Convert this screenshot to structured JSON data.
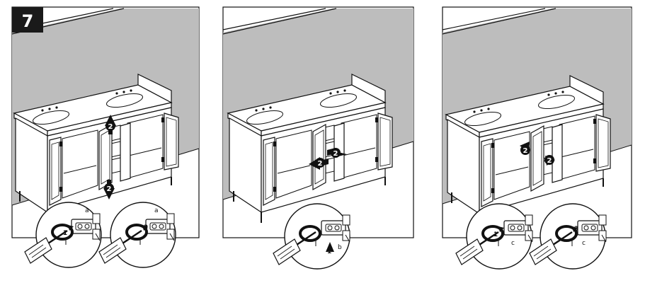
{
  "step_number": "7",
  "panels": [
    {
      "door_arrows": [
        "2",
        "2"
      ],
      "details": [
        {
          "arrow": "1",
          "label": "a"
        },
        {
          "arrow": "3",
          "label": "a"
        }
      ]
    },
    {
      "door_arrows": [
        "2",
        "2"
      ],
      "details": [
        {
          "arrow": "1",
          "label": "b"
        }
      ]
    },
    {
      "door_arrows": [
        "2",
        "2"
      ],
      "details": [
        {
          "arrow": "1",
          "label": "c"
        },
        {
          "arrow": "3",
          "label": "c"
        }
      ]
    }
  ],
  "colors": {
    "wall": "#bdbdbd",
    "line": "#111111",
    "badge": "#1a1a1a",
    "background": "#ffffff"
  }
}
